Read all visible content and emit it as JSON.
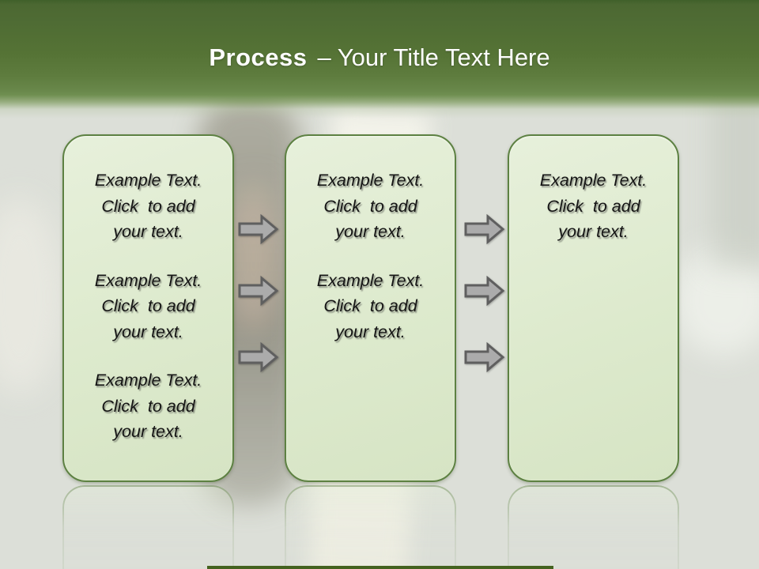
{
  "slide_title": {
    "bold": "Process",
    "rest": "– Your Title Text Here"
  },
  "boxes": [
    {
      "name": "process-step-1",
      "blocks": [
        "Example Text.\nClick  to add\nyour text.",
        "Example Text.\nClick  to add\nyour text.",
        "Example Text.\nClick  to add\nyour text."
      ]
    },
    {
      "name": "process-step-2",
      "blocks": [
        "Example Text.\nClick  to add\nyour text.",
        "Example Text.\nClick  to add\nyour text."
      ]
    },
    {
      "name": "process-step-3",
      "blocks": [
        "Example Text.\nClick  to add\nyour text."
      ]
    }
  ],
  "arrows": {
    "groups": 2,
    "per_group": 3,
    "direction": "right"
  },
  "colors": {
    "header_top": "#40602a",
    "header_bottom": "#6f8f50",
    "title_text": "#fdfdfd",
    "box_fill": "#dfeccf",
    "box_border": "#5d8142",
    "arrow_fill": "#ababab",
    "arrow_border": "#5f5f5f",
    "body_text": "#141414",
    "background": "#dcdfd8",
    "footer_bar": "#44621f"
  }
}
